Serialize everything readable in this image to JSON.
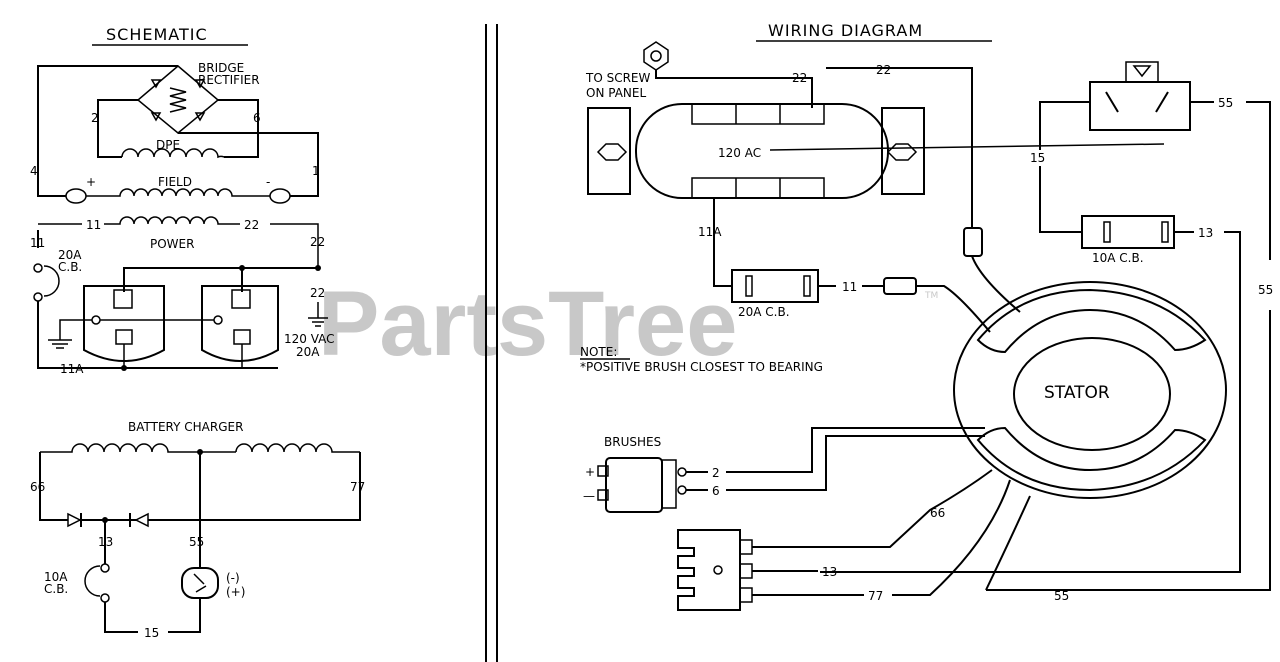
{
  "schematic": {
    "title": "SCHEMATIC",
    "bridge_label": "BRIDGE",
    "rectifier_label": "RECTIFIER",
    "wire_2": "2",
    "wire_6": "6",
    "wire_4": "4",
    "wire_1": "1",
    "dpe": "DPE",
    "field": "FIELD",
    "plus": "+",
    "minus": "-",
    "wire_11": "11",
    "wire_22": "22",
    "power": "POWER",
    "cb20a_1": "20A",
    "cb20a_2": "C.B.",
    "wire_11a": "11A",
    "vac_1": "120 VAC",
    "vac_2": "20A"
  },
  "charger": {
    "title": "BATTERY CHARGER",
    "wire_66": "66",
    "wire_77": "77",
    "wire_13": "13",
    "wire_55": "55",
    "cb10a_1": "10A",
    "cb10a_2": "C.B.",
    "switch_minus": "(-)",
    "switch_plus": "(+)",
    "wire_15": "15"
  },
  "wiring": {
    "title": "WIRING DIAGRAM",
    "screw_1": "TO SCREW",
    "screw_2": "ON PANEL",
    "w22a": "22",
    "w22b": "22",
    "receptacle": "120   AC",
    "w55_top": "55",
    "w15": "15",
    "w11a": "11A",
    "w11": "11",
    "cb20": "20A  C.B.",
    "cb10": "10A  C.B.",
    "w13": "13",
    "w55_right": "55",
    "note_title": "NOTE:",
    "note_text": "*POSITIVE BRUSH CLOSEST TO BEARING",
    "stator": "STATOR",
    "brushes": "BRUSHES",
    "brush_plus": "+",
    "brush_minus": "—",
    "w2": "2",
    "w6": "6",
    "w66": "66",
    "w13_bottom": "13",
    "w77": "77",
    "w55_bottom": "55"
  },
  "watermark": "PartsTree",
  "trademark": "TM"
}
